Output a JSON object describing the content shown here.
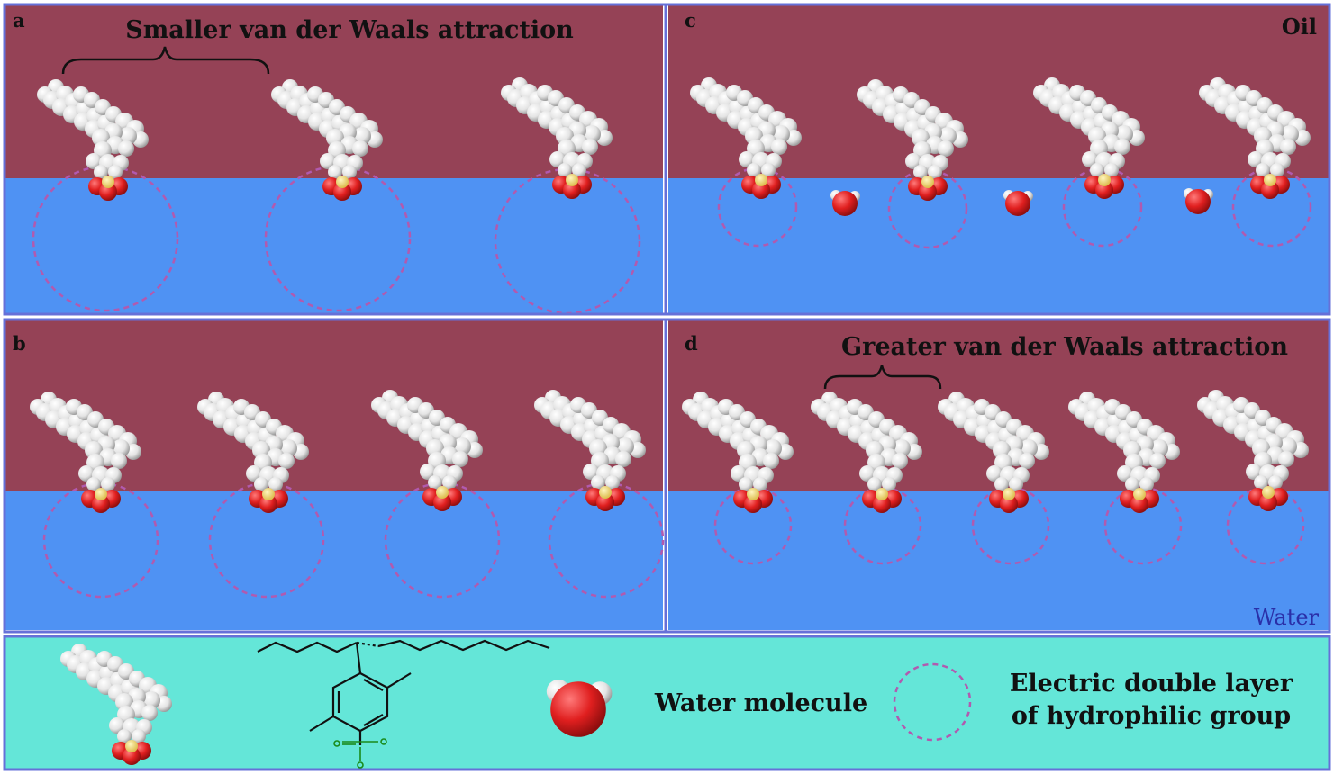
{
  "panels": {
    "a": {
      "letter": "a",
      "annotation": "Smaller van der Waals attraction",
      "molecule_count": 3,
      "circle_size": "large"
    },
    "b": {
      "letter": "b",
      "molecule_count": 4,
      "circle_size": "medium"
    },
    "c": {
      "letter": "c",
      "corner_label": "Oil",
      "molecule_count": 4,
      "water_molecule_count": 3,
      "circle_size": "small"
    },
    "d": {
      "letter": "d",
      "annotation": "Greater van der Waals attraction",
      "corner_label": "Water",
      "molecule_count": 5,
      "circle_size": "small"
    }
  },
  "legend": {
    "water_label": "Water molecule",
    "edl_label_line1": "Electric double layer",
    "edl_label_line2": "of hydrophilic group"
  },
  "colors": {
    "oil_phase": "#954256",
    "water_phase": "#4f92f3",
    "legend_bg": "#64e6d8",
    "frame": "#6670d8",
    "dashed_circle": "#b15aaf",
    "headgroup_red": "#e01f1f",
    "sulfur_yellow": "#e8d25a",
    "tail_white": "#e6e6e6"
  }
}
